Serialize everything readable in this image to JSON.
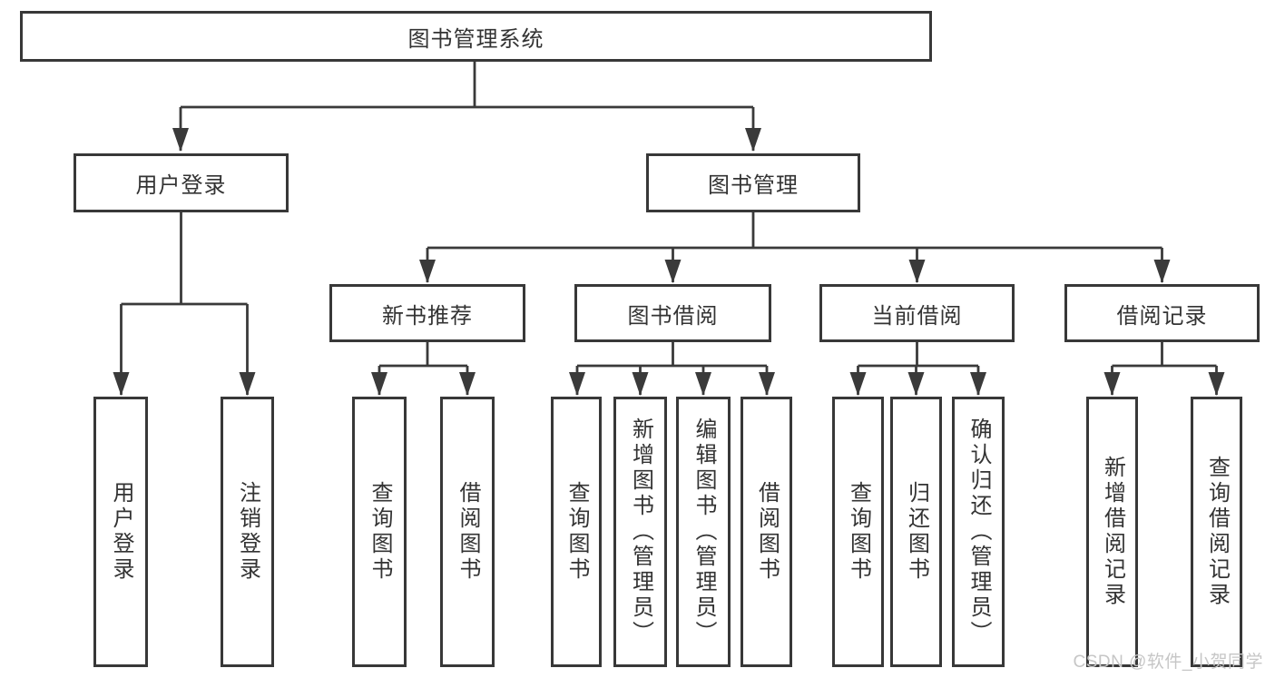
{
  "nodes": {
    "root": "图书管理系统",
    "level1": [
      "用户登录",
      "图书管理"
    ],
    "level2": [
      "新书推荐",
      "图书借阅",
      "当前借阅",
      "借阅记录"
    ],
    "leaves": [
      "用户登录",
      "注销登录",
      "查询图书",
      "借阅图书",
      "查询图书",
      "新增图书（管理员）",
      "编辑图书（管理员）",
      "借阅图书",
      "查询图书",
      "归还图书",
      "确认归还（管理员）",
      "新增借阅记录",
      "查询借阅记录"
    ]
  },
  "watermark": "CSDN @软件_小贺同学",
  "colors": {
    "line": "#3a3a3a",
    "border": "#383838",
    "text": "#333333",
    "background": "#ffffff",
    "watermark": "#c6c6c6"
  }
}
